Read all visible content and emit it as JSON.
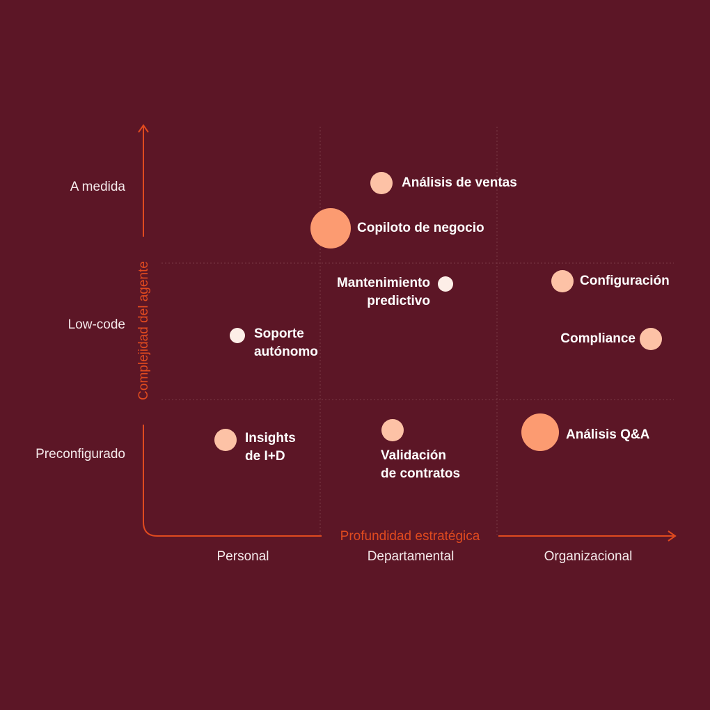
{
  "axes": {
    "x_label": "Profundidad estratégica",
    "y_label": "Complejidad del agente",
    "x_categories": [
      "Personal",
      "Departamental",
      "Organizacional"
    ],
    "y_categories": [
      "Preconfigurado",
      "Low-code",
      "A medida"
    ]
  },
  "colors": {
    "background": "#5c1626",
    "axis": "#e04a1f",
    "grid": "#7a3a47",
    "text": "#ffffff",
    "bubble_large": "#fc9b71",
    "bubble_medium": "#fdc2a6",
    "bubble_light": "#fde2d4",
    "bubble_lightest": "#fdeee7"
  },
  "items": [
    {
      "name": "Análisis de ventas",
      "lines": [
        "Análisis de ventas"
      ],
      "color": "#fdc2a6",
      "size": "medium"
    },
    {
      "name": "Copiloto de negocio",
      "lines": [
        "Copiloto de negocio"
      ],
      "color": "#fc9b71",
      "size": "large"
    },
    {
      "name": "Mantenimiento predictivo",
      "lines": [
        "Mantenimiento",
        "predictivo"
      ],
      "color": "#fdeee7",
      "size": "small"
    },
    {
      "name": "Configuración",
      "lines": [
        "Configuración"
      ],
      "color": "#fdc2a6",
      "size": "medium"
    },
    {
      "name": "Soporte autónomo",
      "lines": [
        "Soporte",
        "autónomo"
      ],
      "color": "#fdeee7",
      "size": "small"
    },
    {
      "name": "Compliance",
      "lines": [
        "Compliance"
      ],
      "color": "#fdc2a6",
      "size": "medium"
    },
    {
      "name": "Insights de I+D",
      "lines": [
        "Insights",
        "de I+D"
      ],
      "color": "#fdc2a6",
      "size": "medium"
    },
    {
      "name": "Validación de contratos",
      "lines": [
        "Validación",
        "de contratos"
      ],
      "color": "#fdc2a6",
      "size": "medium"
    },
    {
      "name": "Análisis Q&A",
      "lines": [
        "Análisis Q&A"
      ],
      "color": "#fc9b71",
      "size": "large"
    }
  ]
}
